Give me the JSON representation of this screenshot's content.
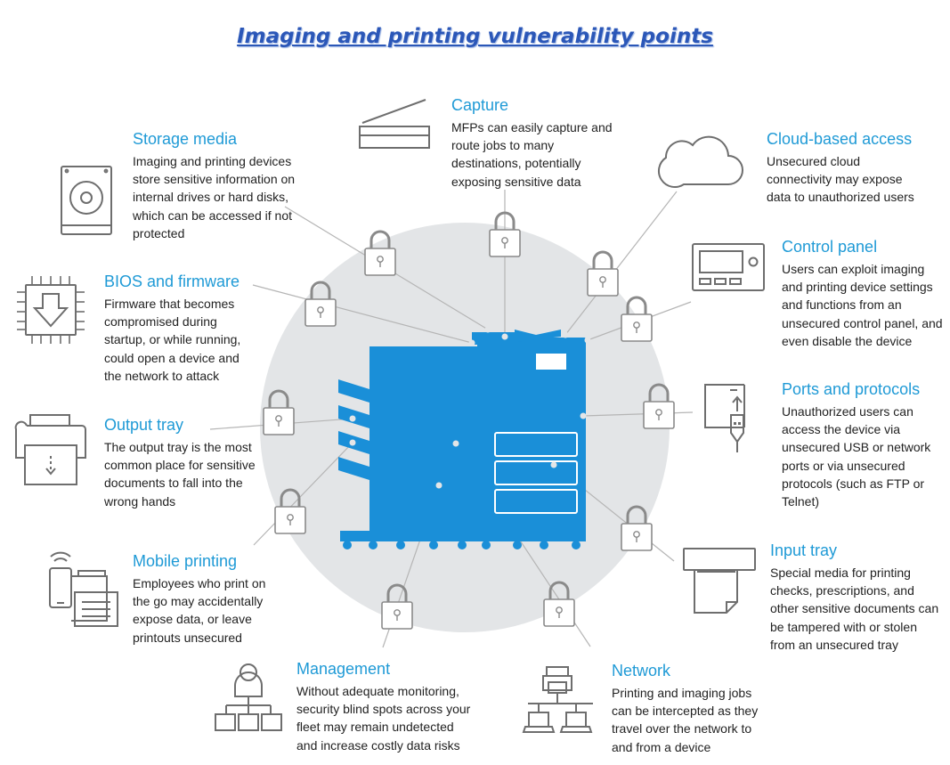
{
  "title": "Imaging and printing vulnerability points",
  "colors": {
    "accent": "#1f9ad6",
    "device": "#1a8fd8",
    "circle": "#e3e5e7",
    "icon_stroke": "#6e6e6e",
    "title": "#2b57b8"
  },
  "items": {
    "capture": {
      "heading": "Capture",
      "body": "MFPs can easily capture and route jobs to many destinations, potentially exposing sensitive data",
      "icon": "scanner-icon"
    },
    "storage": {
      "heading": "Storage media",
      "body": "Imaging and printing devices store sensitive information on internal drives or hard disks, which can be accessed if not protected",
      "icon": "hard-drive-icon"
    },
    "cloud": {
      "heading": "Cloud-based access",
      "body": "Unsecured cloud connectivity may expose data to unauthorized users",
      "icon": "cloud-icon"
    },
    "control": {
      "heading": "Control panel",
      "body": "Users can exploit imaging and printing device settings and functions from an unsecured control panel, and even disable the device",
      "icon": "control-panel-icon"
    },
    "bios": {
      "heading": "BIOS and firmware",
      "body": "Firmware that becomes compromised during startup, or while running, could open a device and the network to attack",
      "icon": "chip-icon"
    },
    "ports": {
      "heading": "Ports and protocols",
      "body": "Unauthorized users can access the device via unsecured USB or network ports or via unsecured protocols (such as FTP or Telnet)",
      "icon": "usb-icon"
    },
    "output": {
      "heading": "Output tray",
      "body": "The output tray is the most common place for sensitive documents to fall into the wrong hands",
      "icon": "output-tray-icon"
    },
    "input": {
      "heading": "Input tray",
      "body": "Special media for printing checks, prescriptions, and other sensitive documents can be tampered with or stolen from an unsecured tray",
      "icon": "input-tray-icon"
    },
    "mobile": {
      "heading": "Mobile printing",
      "body": "Employees who print on the go may accidentally expose data, or leave printouts unsecured",
      "icon": "mobile-printing-icon"
    },
    "management": {
      "heading": "Management",
      "body": "Without adequate monitoring, security blind spots across your fleet may remain undetected and increase costly data risks",
      "icon": "org-chart-icon"
    },
    "network": {
      "heading": "Network",
      "body": "Printing and imaging jobs can be intercepted as they travel over the network to and from a device",
      "icon": "network-icon"
    }
  }
}
